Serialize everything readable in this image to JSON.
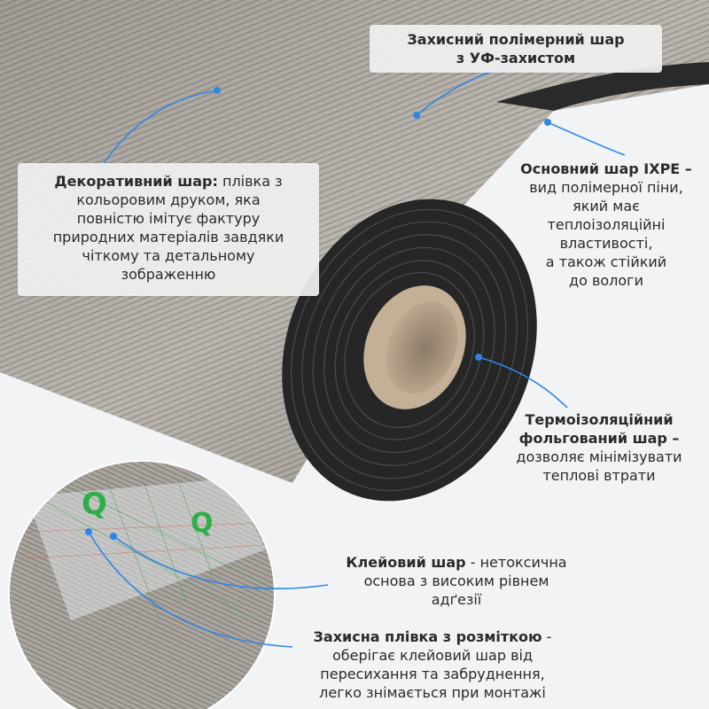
{
  "colors": {
    "accent": "#2f86e6",
    "text": "#2a2a2a",
    "background": "#f2f3f5",
    "wood_light": "#b2ada7",
    "wood_dark": "#6f6a64",
    "foam": "#2b2b2b",
    "core": "#b59f85"
  },
  "callouts": {
    "protective_layer": {
      "line1": "Захисний полімерний шар",
      "line2": "з УФ-захистом"
    },
    "decorative_layer": {
      "title": "Декоративний шар:",
      "rest_first": " плівка з",
      "lines": [
        "кольоровим друком, яка",
        "повністю імітує фактуру",
        "природних матеріалів завдяки",
        "чіткому та детальному",
        "зображенню"
      ]
    },
    "ixpe_layer": {
      "title": "Основний шар IXPE –",
      "lines": [
        "вид полімерної піни,",
        "який має",
        "теплоізоляційні",
        "властивості,",
        "а також стійкий",
        "до вологи"
      ]
    },
    "thermal_layer": {
      "title1": "Термоізоляційний",
      "title2": "фольгований шар",
      "dash": " –",
      "lines": [
        "дозволяє мінімізувати",
        "теплові втрати"
      ]
    },
    "adhesive_layer": {
      "title": "Клейовий шар",
      "rest_first": " - нетоксична",
      "lines": [
        "основа з високим рівнем",
        "адґезії"
      ]
    },
    "film_layer": {
      "title": "Захисна плівка з розміткою",
      "rest_first": " -",
      "lines": [
        "оберігає клейовий шар від",
        "пересихання та забруднення,",
        "легко знімається при монтажі"
      ]
    }
  }
}
